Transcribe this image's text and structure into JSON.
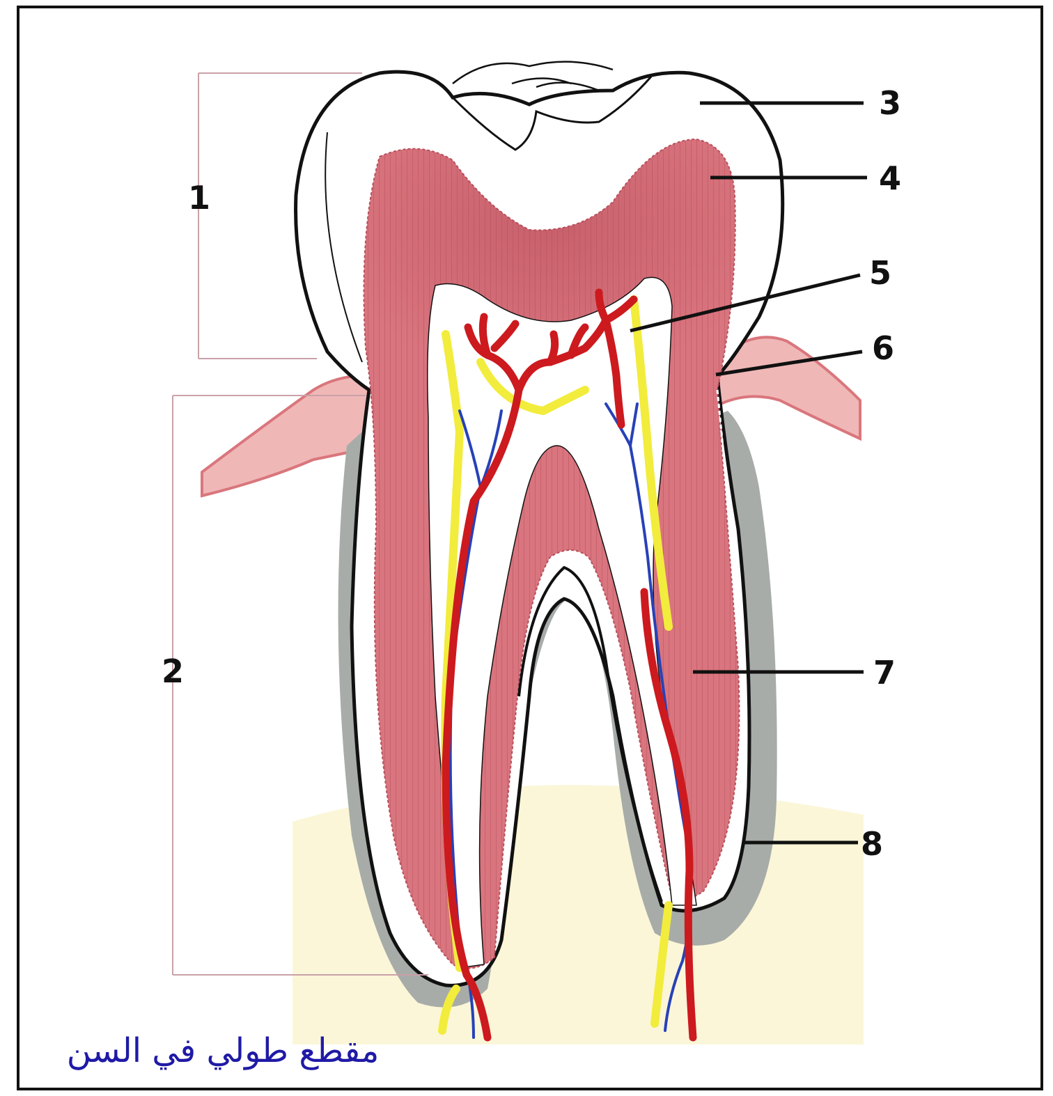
{
  "caption": "مقطع طولي في السن",
  "labels": {
    "l1": "1",
    "l2": "2",
    "l3": "3",
    "l4": "4",
    "l5": "5",
    "l6": "6",
    "l7": "7",
    "l8": "8"
  },
  "colors": {
    "border": "#111111",
    "enamel": "#ffffff",
    "dentin": "#d9757e",
    "dentin_dark": "#b84f5c",
    "pulp": "#ffffff",
    "gum": "#f0b7b7",
    "gum_edge": "#d9767c",
    "cementum": "#a7aca8",
    "bone": "#fbf6d8",
    "artery": "#cc1a1f",
    "vein": "#2741b8",
    "nerve": "#f2ec3c",
    "caption": "#1f1aa6"
  }
}
